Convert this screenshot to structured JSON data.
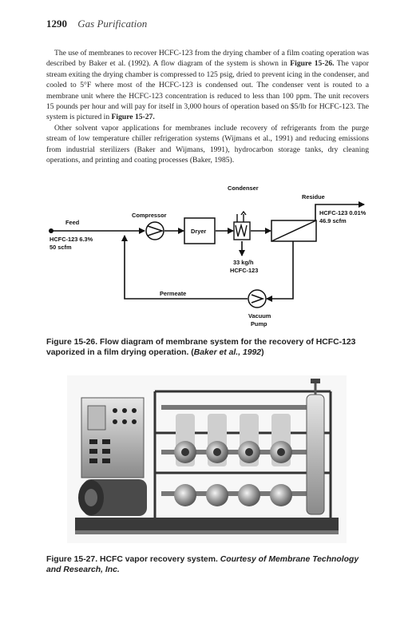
{
  "header": {
    "page_number": "1290",
    "running_title": "Gas Purification"
  },
  "paragraphs": [
    {
      "segments": [
        {
          "text": "The use of membranes to recover HCFC-123 from the drying chamber of a film coating operation was described by Baker et al. (1992). A flow diagram of the system is shown in "
        },
        {
          "text": "Figure 15-26.",
          "bold": true
        },
        {
          "text": " The vapor stream exiting the drying chamber is compressed to 125 psig, dried to prevent icing in the condenser, and cooled to 5°F where most of the HCFC-123 is condensed out. The condenser vent is routed to a membrane unit where the HCFC-123 concentration is reduced to less than 100 ppm. The unit recovers 15 pounds per hour and will pay for itself in 3,000 hours of operation based on $5/lb for HCFC-123. The system is pictured in "
        },
        {
          "text": "Figure 15-27.",
          "bold": true
        }
      ]
    },
    {
      "segments": [
        {
          "text": "Other solvent vapor applications for membranes include recovery of refrigerants from the purge stream of low temperature chiller refrigeration systems (Wijmans et al., 1991) and reducing emissions from industrial sterilizers (Baker and Wijmans, 1991), hydrocarbon storage tanks, dry cleaning operations, and printing and coating processes (Baker, 1985)."
        }
      ]
    }
  ],
  "diagram": {
    "labels": {
      "feed": "Feed",
      "feed_comp": "HCFC-123 6.3%",
      "feed_flow": "50 scfm",
      "compressor": "Compressor",
      "dryer": "Dryer",
      "condenser": "Condenser",
      "residue": "Residue",
      "residue_comp": "HCFC-123 0.01%",
      "residue_flow": "46.9 scfm",
      "condensate_rate": "33 kg/h",
      "condensate_name": "HCFC-123",
      "permeate": "Permeate",
      "vacuum": "Vacuum",
      "pump": "Pump"
    }
  },
  "figure1_caption": {
    "main": "Figure 15-26. Flow diagram of membrane system for the recovery of HCFC-123 vaporized in a film drying operation. (",
    "italic": "Baker et al., 1992",
    "end": ")"
  },
  "figure2_caption": {
    "main": "Figure 15-27. HCFC vapor recovery system. ",
    "italic": "Courtesy of Membrane Technology and Research, Inc."
  }
}
